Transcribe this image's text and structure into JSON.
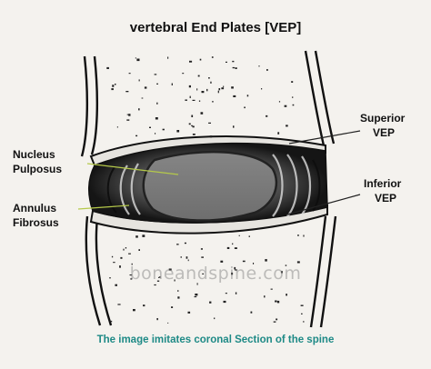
{
  "title": "vertebral End Plates [VEP]",
  "labels": {
    "nucleus_line1": "Nucleus",
    "nucleus_line2": "Pulposus",
    "annulus_line1": "Annulus",
    "annulus_line2": "Fibrosus",
    "superior_line1": "Superior",
    "superior_line2": "VEP",
    "inferior_line1": "Inferior",
    "inferior_line2": "VEP"
  },
  "watermark": "boneandspine.com",
  "caption": "The image imitates coronal Section of the spine",
  "colors": {
    "background": "#f4f2ee",
    "caption": "#1e8a86",
    "nucleus": "#7b7b7b",
    "pointer_line": "#b5c94a",
    "annulus_dark": "#1a1a1a"
  }
}
